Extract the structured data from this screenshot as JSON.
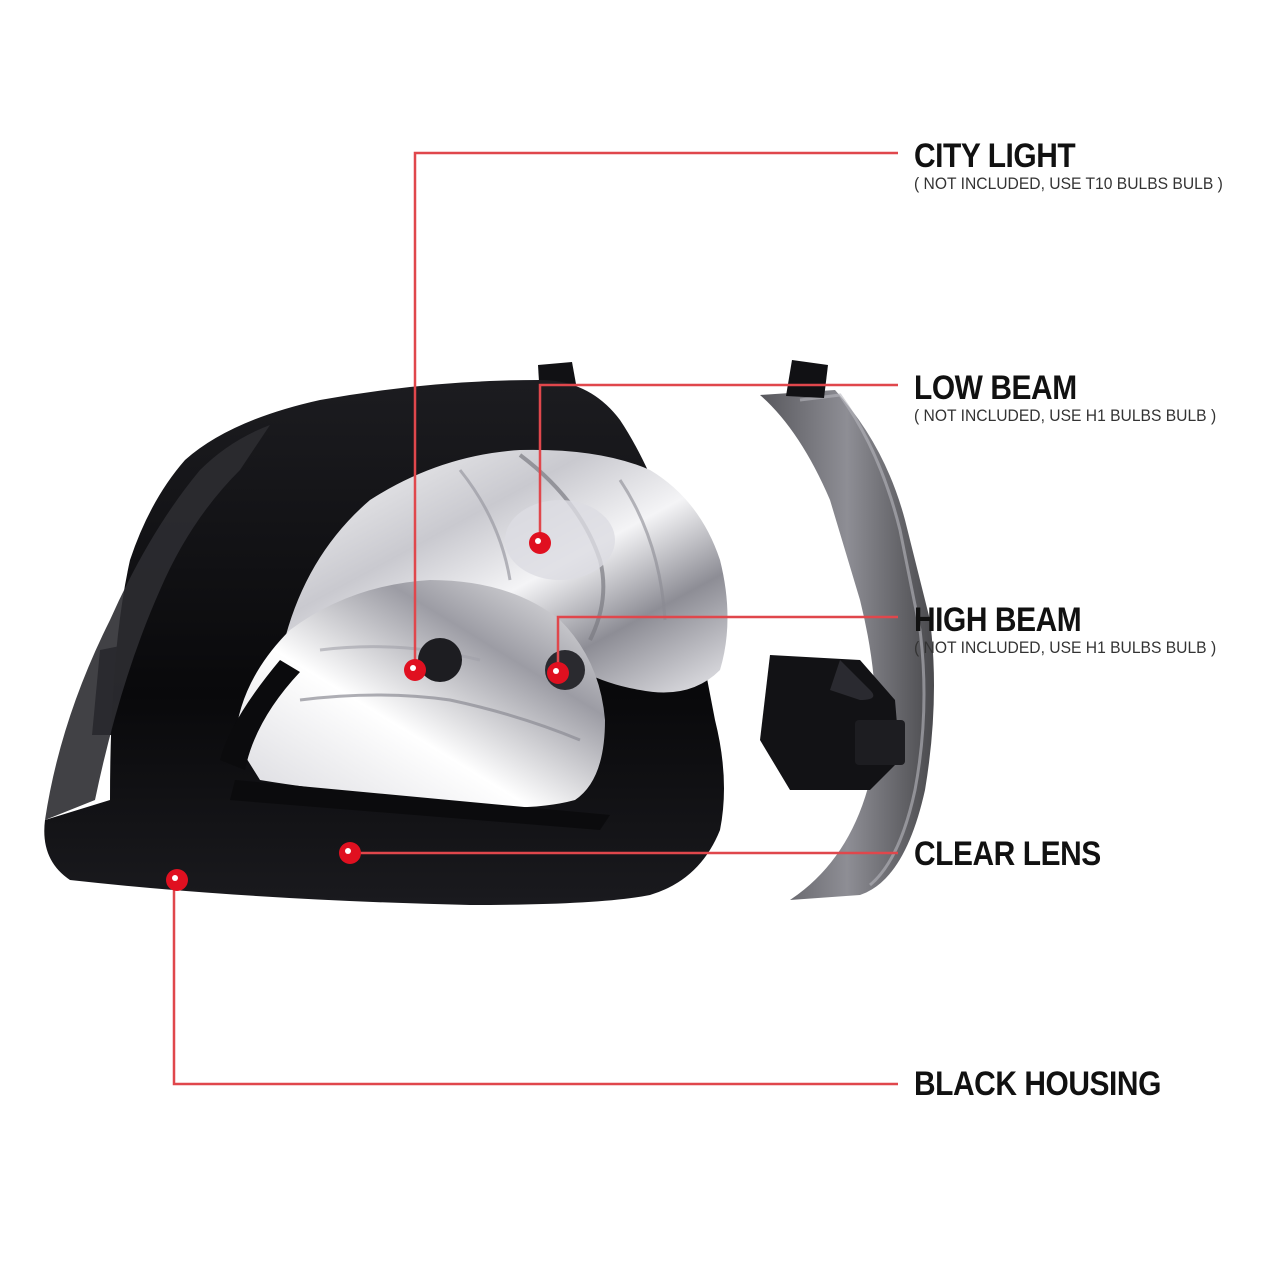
{
  "colors": {
    "callout_line": "#e0474c",
    "callout_dot": "#e01020",
    "housing": "#0d0d0f",
    "chrome_light": "#f2f2f4",
    "chrome_dark": "#6a6a70",
    "text": "#111111"
  },
  "callouts": [
    {
      "id": "city",
      "title": "CITY LIGHT",
      "note": "( NOT INCLUDED, USE T10 BULBS BULB )"
    },
    {
      "id": "low",
      "title": "LOW BEAM",
      "note": "( NOT INCLUDED, USE H1 BULBS BULB )"
    },
    {
      "id": "high",
      "title": "HIGH BEAM",
      "note": "( NOT INCLUDED, USE H1 BULBS BULB )"
    },
    {
      "id": "lens",
      "title": "CLEAR LENS",
      "note": ""
    },
    {
      "id": "housing",
      "title": "BLACK HOUSING",
      "note": ""
    }
  ]
}
